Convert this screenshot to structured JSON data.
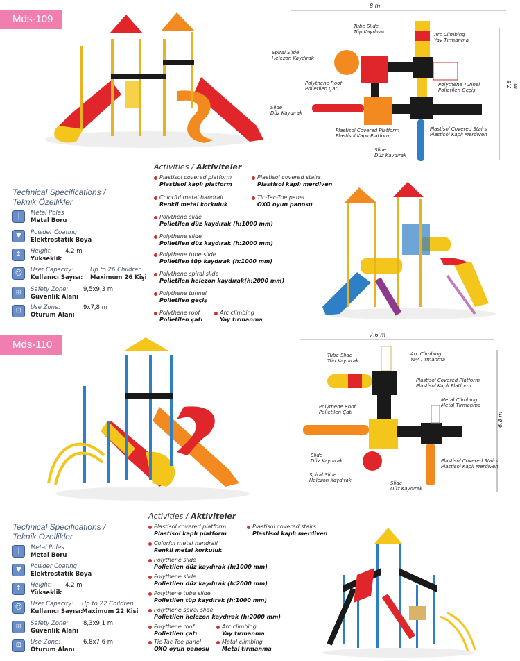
{
  "products": [
    {
      "model": "Mds-109",
      "specs_title_en": "Technical Specifications /",
      "specs_title_tr": "Teknik Özellikler",
      "specs": [
        {
          "icon": "metal-pole-icon",
          "en": "Metal Poles",
          "tr": "Metal Boru",
          "value": ""
        },
        {
          "icon": "powder-coating-icon",
          "en": "Powder Coating",
          "tr": "Elektrostatik Boya",
          "value": ""
        },
        {
          "icon": "height-icon",
          "en": "Height:",
          "tr": "Yükseklik",
          "value": "4,2 m"
        },
        {
          "icon": "users-icon",
          "en": "User Capacity:",
          "tr": "Kullanıcı Sayısı:",
          "value_en": "Up to 26 Children",
          "value": "Maximum 26 Kişi"
        },
        {
          "icon": "safety-zone-icon",
          "en": "Safety Zone:",
          "tr": "Güvenlik Alanı",
          "value": "9,5x9,3 m"
        },
        {
          "icon": "use-zone-icon",
          "en": "Use Zone:",
          "tr": "Oturum Alanı",
          "value": "9x7,8 m"
        }
      ],
      "activities_title_en": "Activities /",
      "activities_title_tr": "Aktiviteler",
      "activities_left": [
        {
          "en": "Plastisol covered platform",
          "tr": "Plastisol kaplı platform"
        },
        {
          "en": "Colorful metal handrail",
          "tr": "Renkli metal korkuluk"
        },
        {
          "en": "Polythene slide",
          "tr": "Polietilen düz kaydırak (h:1000 mm)"
        },
        {
          "en": "Polythene slide",
          "tr": "Polietilen düz kaydırak (h:2000 mm)"
        },
        {
          "en": "Polythene tube slide",
          "tr": "Polietilen tüp kaydırak (h:1000 mm)"
        },
        {
          "en": "Polythene spiral slide",
          "tr": "Polietilen helezon kaydırak(h:2000 mm)"
        },
        {
          "en": "Polythene tunnel",
          "tr": "Polietilen geçiş"
        },
        {
          "en": "Polythene roof",
          "tr": "Polietilen çatı"
        }
      ],
      "activities_right": [
        {
          "en": "Plastisol covered stairs",
          "tr": "Plastisol kaplı merdiven"
        },
        {
          "en": "Tic-Tac-Toe panel",
          "tr": "OXO oyun panosu"
        },
        {
          "en": "Arc climbing",
          "tr": "Yay tırmanma"
        }
      ],
      "plan": {
        "width": "8 m",
        "depth": "7,8 m",
        "labels": [
          {
            "en": "Tube Slide",
            "tr": "Tüp Kaydırak"
          },
          {
            "en": "Arc Climbing",
            "tr": "Yay Tırmanma"
          },
          {
            "en": "Spiral Slide",
            "tr": "Helezon Kaydırak"
          },
          {
            "en": "Polythene Roof",
            "tr": "Polietilen Çatı"
          },
          {
            "en": "Polythene Tunnel",
            "tr": "Polietilen Geçiş"
          },
          {
            "en": "Slide",
            "tr": "Düz Kaydırak"
          },
          {
            "en": "Plastisol Covered Platform",
            "tr": "Plastisol Kaplı Platform"
          },
          {
            "en": "Plastisol Covered Stairs",
            "tr": "Plastisol Kaplı Merdiven"
          },
          {
            "en": "Slide",
            "tr": "Düz Kaydırak"
          }
        ]
      }
    },
    {
      "model": "Mds-110",
      "specs_title_en": "Technical Specifications /",
      "specs_title_tr": "Teknik Özellikler",
      "specs": [
        {
          "icon": "metal-pole-icon",
          "en": "Metal Poles",
          "tr": "Metal Boru",
          "value": ""
        },
        {
          "icon": "powder-coating-icon",
          "en": "Powder Coating",
          "tr": "Elektrostatik Boya",
          "value": ""
        },
        {
          "icon": "height-icon",
          "en": "Height:",
          "tr": "Yükseklik",
          "value": "4,2 m"
        },
        {
          "icon": "users-icon",
          "en": "User Capacity:",
          "tr": "Kullanıcı Sayısı:",
          "value_en": "Up to 22 Children",
          "value": "Maximum 22 Kişi"
        },
        {
          "icon": "safety-zone-icon",
          "en": "Safety Zone:",
          "tr": "Güvenlik Alanı",
          "value": "8,3x9,1 m"
        },
        {
          "icon": "use-zone-icon",
          "en": "Use Zone:",
          "tr": "Oturum Alanı",
          "value": "6,8x7,6 m"
        }
      ],
      "activities_title_en": "Activities /",
      "activities_title_tr": "Aktiviteler",
      "activities_left": [
        {
          "en": "Plastisol covered platform",
          "tr": "Plastisol kaplı platform"
        },
        {
          "en": "Colorful metal handrail",
          "tr": "Renkli metal korkuluk"
        },
        {
          "en": "Polythene slide",
          "tr": "Polietilen düz kaydırak (h:1000 mm)"
        },
        {
          "en": "Polythene slide",
          "tr": "Polietilen düz kaydırak (h:2000 mm)"
        },
        {
          "en": "Polythene tube slide",
          "tr": "Polietilen tüp kaydırak (h:1000 mm)"
        },
        {
          "en": "Polythene spiral slide",
          "tr": "Polietilen helezon kaydırak (h:2000 mm)"
        },
        {
          "en": "Polythene roof",
          "tr": "Polietilen çatı"
        },
        {
          "en": "Tic-Tac-Toe panel",
          "tr": "OXO oyun panosu"
        }
      ],
      "activities_right": [
        {
          "en": "Plastisol covered stairs",
          "tr": "Plastisol kaplı merdiven"
        },
        {
          "en": "Arc climbing",
          "tr": "Yay tırmanma"
        },
        {
          "en": "Metal climbing",
          "tr": "Metal tırmanma"
        }
      ],
      "plan": {
        "width": "7,6 m",
        "depth": "6,8 m",
        "labels": [
          {
            "en": "Tube Slide",
            "tr": "Tüp Kaydırak"
          },
          {
            "en": "Arc Climbing",
            "tr": "Yay Tırmanma"
          },
          {
            "en": "Plastisol Covered Platform",
            "tr": "Plastisol Kaplı Platform"
          },
          {
            "en": "Metal Climbing",
            "tr": "Metal Tırmanma"
          },
          {
            "en": "Polythene Roof",
            "tr": "Polietilen Çatı"
          },
          {
            "en": "Slide",
            "tr": "Düz Kaydırak"
          },
          {
            "en": "Plastisol Covered Stairs",
            "tr": "Plastisol Kaplı Merdiven"
          },
          {
            "en": "Spiral Slide",
            "tr": "Helezon Kaydırak"
          },
          {
            "en": "Slide",
            "tr": "Düz Kaydırak"
          }
        ]
      }
    }
  ],
  "colors": {
    "tag": "#f07fb0",
    "bullet": "#d0312d",
    "icon": "#6a8fc8",
    "red": "#e0262b",
    "yellow": "#f4c51b",
    "orange": "#f28a1f",
    "blue": "#2f7fc6",
    "black": "#1a1a1a"
  }
}
